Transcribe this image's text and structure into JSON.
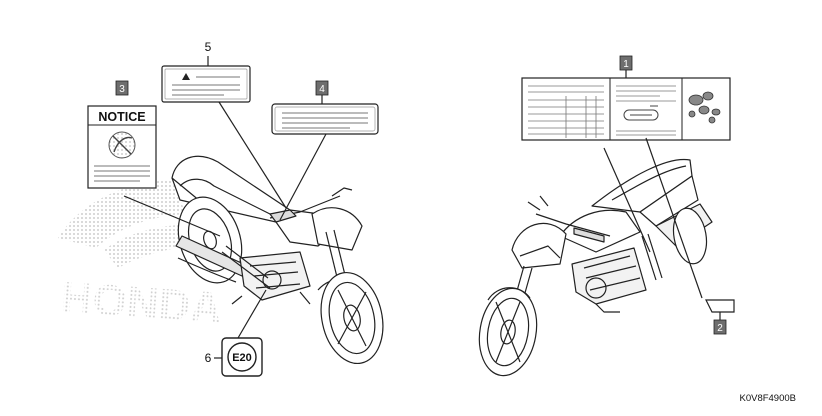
{
  "callouts": {
    "c1": "1",
    "c2": "2",
    "c3": "3",
    "c4": "4",
    "c5": "5",
    "c6": "6"
  },
  "labels": {
    "notice_heading": "NOTICE",
    "e20_badge": "E20"
  },
  "watermark": "HONDA",
  "figure_code": "K0V8F4900B",
  "colors": {
    "line": "#222222",
    "callout_fill": "#6e6e6e",
    "callout_text": "#ffffff",
    "watermark": "#d3d3d3"
  },
  "icons": {
    "warning": "warning-triangle-icon",
    "no_entry": "no-entry-icon"
  }
}
